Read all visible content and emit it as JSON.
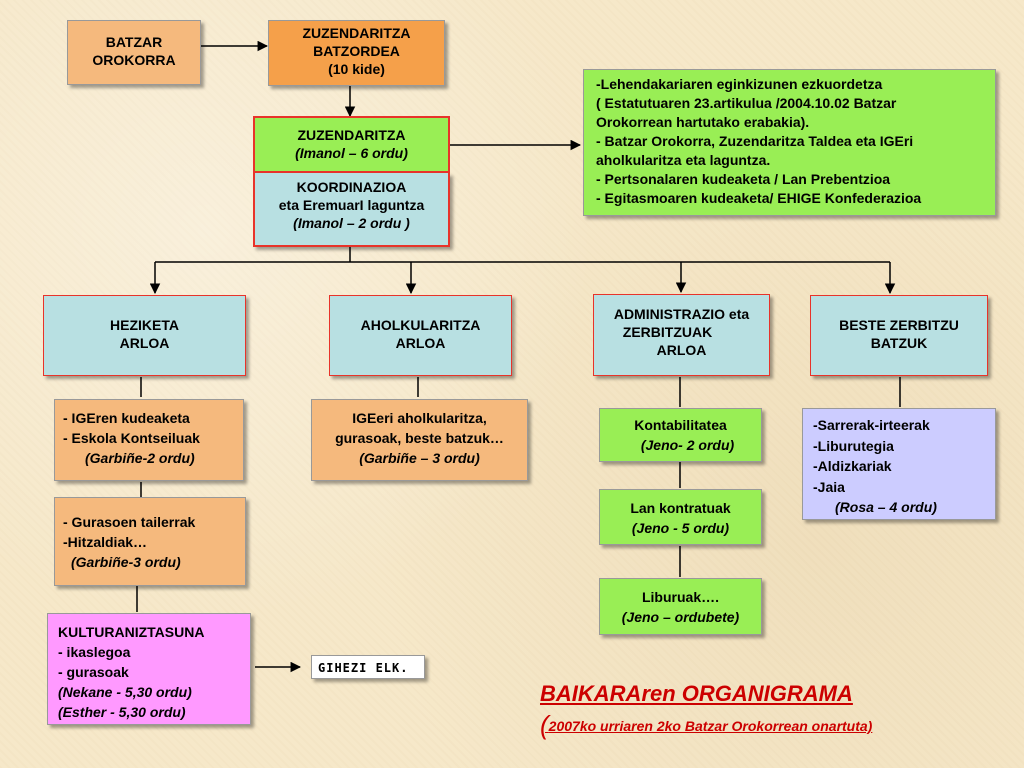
{
  "batzar": [
    "BATZAR",
    "OROKORRA"
  ],
  "zuzendaritza_batzordea": [
    "ZUZENDARITZA",
    "BATZORDEA",
    "(10 kide)"
  ],
  "zuzendaritza": {
    "title": "ZUZENDARITZA",
    "hours": "(Imanol – 6 ordu)"
  },
  "koordinazioa": [
    "KOORDINAZIOA",
    "eta EremuarI  laguntza",
    "(Imanol – 2 ordu )"
  ],
  "tasks": [
    "-Lehendakariaren eginkizunen ezkuordetza",
    "( Estatutuaren 23.artikulua /2004.10.02 Batzar",
    "Orokorrean hartutako erabakia).",
    "- Batzar Orokorra, Zuzendaritza Taldea eta IGEri",
    "aholkularitza eta laguntza.",
    "- Pertsonalaren kudeaketa / Lan Prebentzioa",
    "- Egitasmoaren kudeaketa/ EHIGE Konfederazioa"
  ],
  "areas": {
    "hezi": [
      "HEZIKETA",
      "ARLOA"
    ],
    "ahol": [
      "AHOLKULARITZA",
      "ARLOA"
    ],
    "admin": [
      "ADMINISTRAZIO eta",
      "ZERBITZUAK",
      "ARLOA"
    ],
    "beste": [
      "BESTE ZERBITZU",
      "BATZUK"
    ]
  },
  "hezi_box1": [
    "- IGEren kudeaketa",
    "- Eskola Kontseiluak",
    "(Garbiñe-2 ordu)"
  ],
  "hezi_box2": [
    "- Gurasoen tailerrak",
    "-Hitzaldiak…",
    "(Garbiñe-3 ordu)"
  ],
  "kultura": [
    "KULTURANIZTASUNA",
    "- ikaslegoa",
    "- gurasoak",
    "(Nekane - 5,30 ordu)",
    "(Esther  - 5,30 ordu)"
  ],
  "gihezi": "GIHEZI ELK.",
  "ahol_box": [
    "IGEeri aholkularitza,",
    "gurasoak, beste batzuk…",
    "(Garbiñe – 3 ordu)"
  ],
  "admin_boxes": [
    [
      "Kontabilitatea",
      "(Jeno- 2 ordu)"
    ],
    [
      "Lan kontratuak",
      "(Jeno - 5 ordu)"
    ],
    [
      "Liburuak….",
      "(Jeno – ordubete)"
    ]
  ],
  "beste_box": [
    "-Sarrerak-irteerak",
    "-Liburutegia",
    "-Aldizkariak",
    "-Jaia",
    "(Rosa – 4 ordu)"
  ],
  "title": "BAIKARAren ORGANIGRAMA",
  "subtitle": {
    "paren": "(",
    "text": "2007ko urriaren 2ko Batzar Orokorrean onartuta)"
  }
}
